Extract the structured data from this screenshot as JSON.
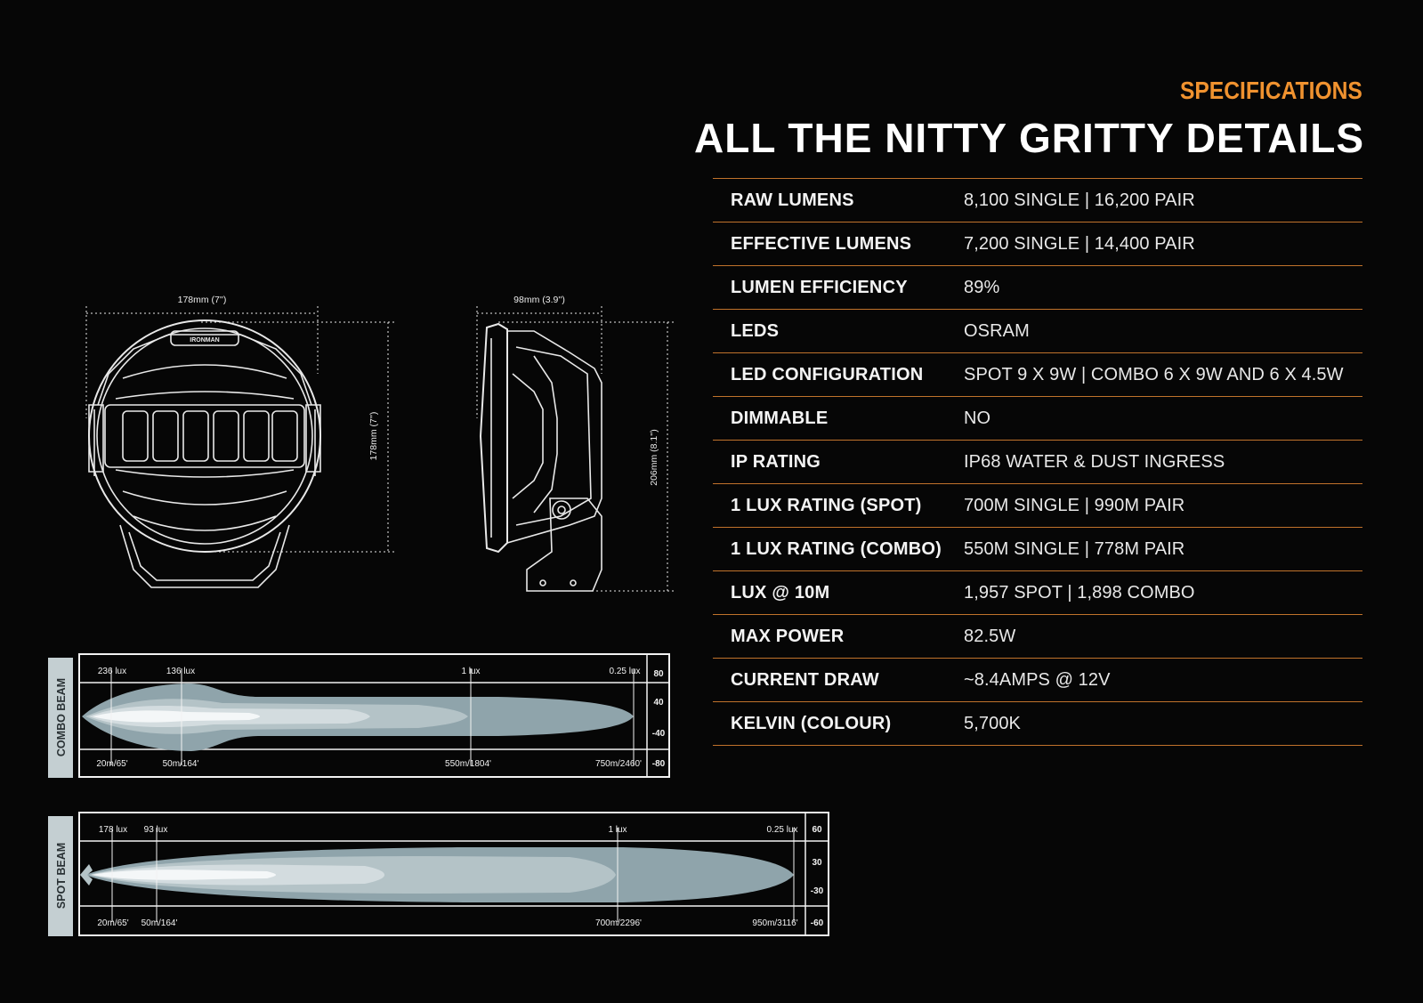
{
  "header": {
    "eyebrow": "SPECIFICATIONS",
    "headline": "ALL THE NITTY GRITTY DETAILS"
  },
  "specs": [
    {
      "label": "RAW LUMENS",
      "value": "8,100 SINGLE  |  16,200 PAIR"
    },
    {
      "label": "EFFECTIVE LUMENS",
      "value": "7,200 SINGLE  |  14,400 PAIR"
    },
    {
      "label": "LUMEN EFFICIENCY",
      "value": "89%"
    },
    {
      "label": "LEDS",
      "value": "OSRAM"
    },
    {
      "label": "LED CONFIGURATION",
      "value": "SPOT 9 X 9W | COMBO 6 X 9W AND 6 X 4.5W"
    },
    {
      "label": "DIMMABLE",
      "value": "NO"
    },
    {
      "label": "IP RATING",
      "value": "IP68 WATER & DUST INGRESS"
    },
    {
      "label": "1 LUX RATING (SPOT)",
      "value": "700M SINGLE  |  990M PAIR"
    },
    {
      "label": "1 LUX RATING (COMBO)",
      "value": "550M SINGLE  |  778M PAIR"
    },
    {
      "label": "LUX @ 10M",
      "value": "1,957 SPOT  |  1,898 COMBO"
    },
    {
      "label": "MAX POWER",
      "value": "82.5W"
    },
    {
      "label": "CURRENT DRAW",
      "value": "~8.4AMPS @ 12V"
    },
    {
      "label": "KELVIN (COLOUR)",
      "value": "5,700K"
    }
  ],
  "front_view": {
    "width_label": "178mm (7'')",
    "height_label": "178mm (7'')",
    "badge": "IRONMAN"
  },
  "side_view": {
    "depth_label": "98mm (3.9'')",
    "height_label": "206mm (8.1'')"
  },
  "combo_beam": {
    "title": "COMBO BEAM",
    "lux_labels": [
      "236 lux",
      "136 lux",
      "1 lux",
      "0.25 lux"
    ],
    "distance_labels": [
      "20m/65'",
      "50m/164'",
      "550m/1804'",
      "750m/2460'"
    ],
    "width_labels": [
      "80",
      "40",
      "-40",
      "-80"
    ]
  },
  "spot_beam": {
    "title": "SPOT BEAM",
    "lux_labels": [
      "178 lux",
      "93 lux",
      "1 lux",
      "0.25 lux"
    ],
    "distance_labels": [
      "20m/65'",
      "50m/164'",
      "700m/2296'",
      "950m/3116'"
    ],
    "width_labels": [
      "60",
      "30",
      "-30",
      "-60"
    ]
  },
  "colors": {
    "accent": "#f0922f",
    "rule": "#c0722b",
    "background": "#060606",
    "beam": "#8fa4ab"
  }
}
